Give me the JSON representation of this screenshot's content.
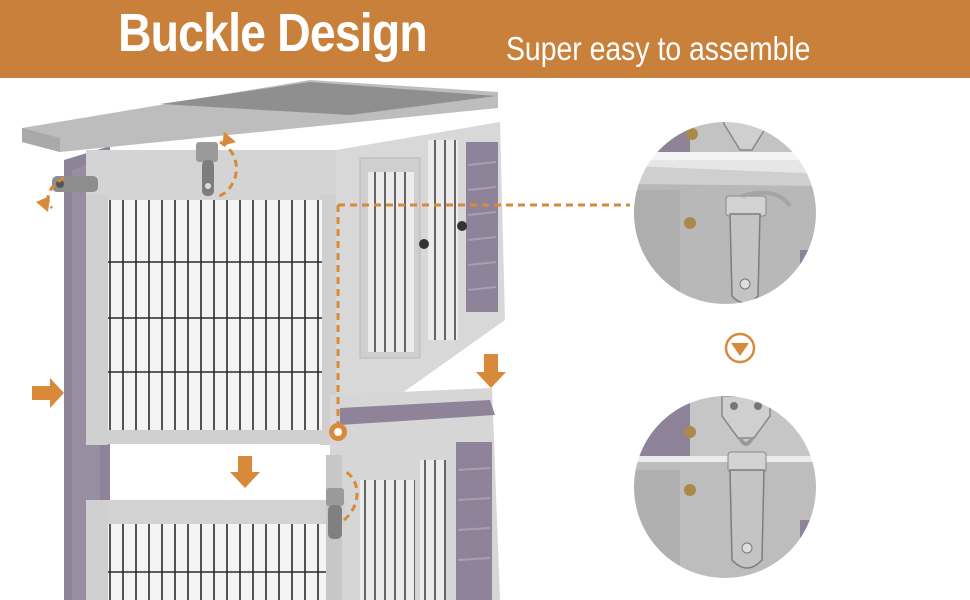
{
  "banner": {
    "title": "Buckle Design",
    "subtitle": "Super easy to assemble"
  },
  "colors": {
    "banner": "#c8803a",
    "accent_arrow": "#d9893a",
    "wood_grey": "#c9c9c9",
    "panel_purple": "#8e8398",
    "mesh": "#2b2b2b"
  },
  "icons": {
    "top_detail": "latch-open-detail",
    "bottom_detail": "latch-closed-detail",
    "step": "chevron-down-circle-icon"
  }
}
